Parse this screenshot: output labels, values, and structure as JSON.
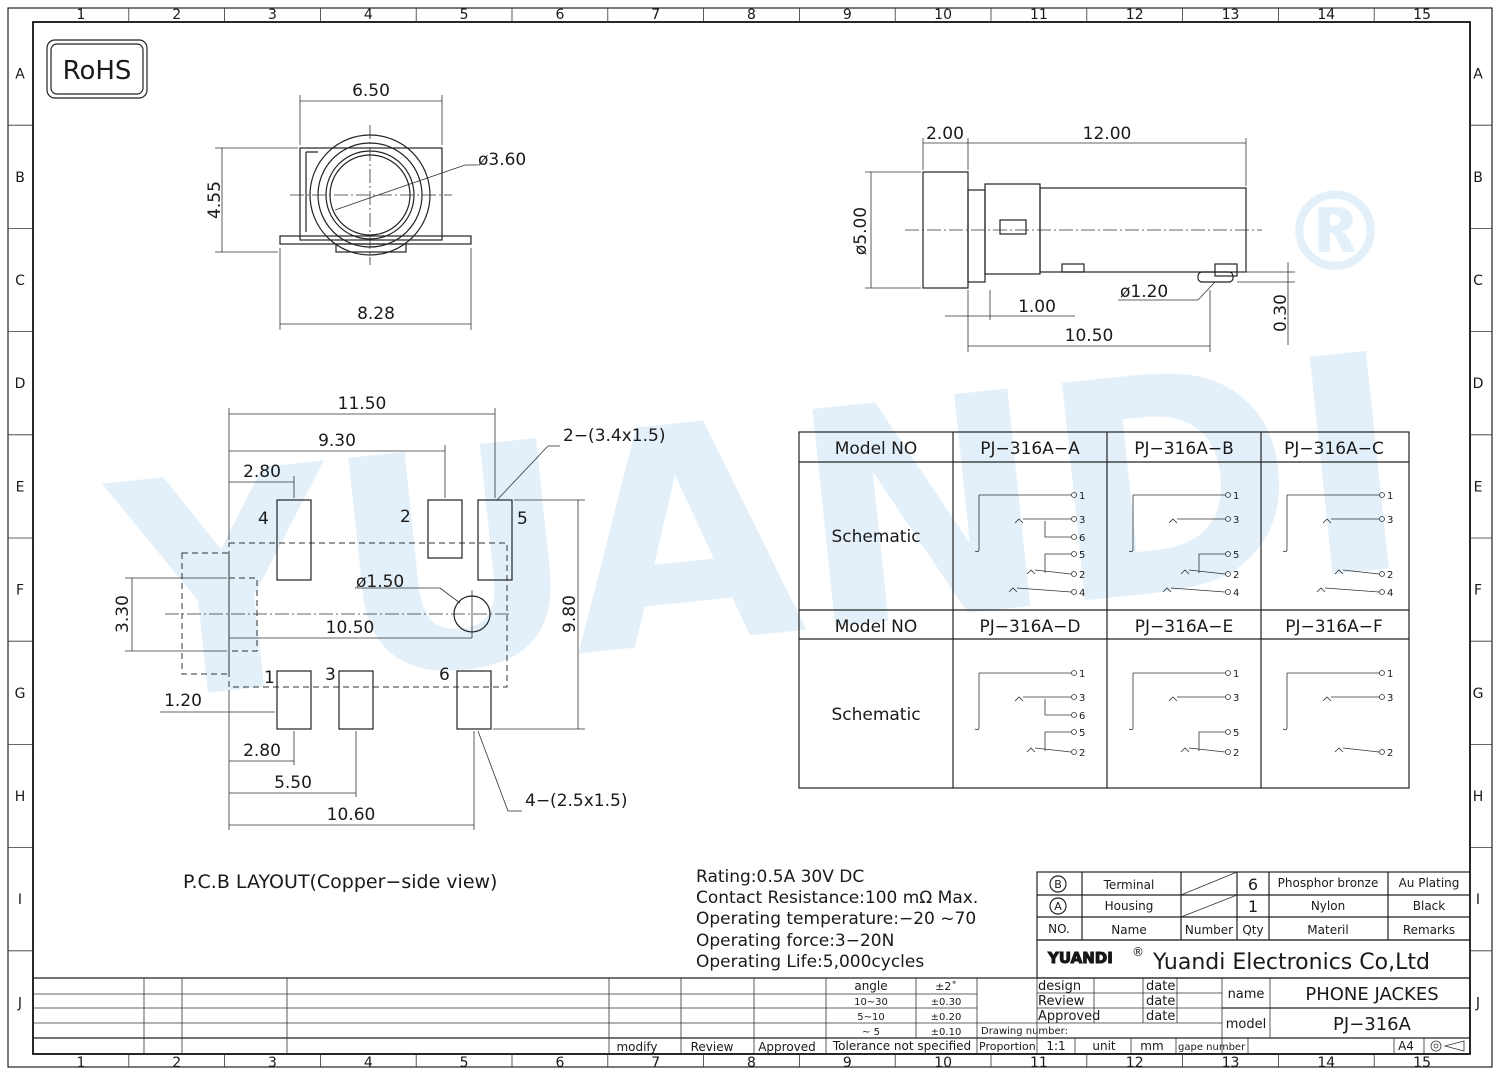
{
  "rohs": "RoHS",
  "border": {
    "cols": [
      "1",
      "2",
      "3",
      "4",
      "5",
      "6",
      "7",
      "8",
      "9",
      "10",
      "11",
      "12",
      "13",
      "14",
      "15"
    ],
    "rows": [
      "A",
      "B",
      "C",
      "D",
      "E",
      "F",
      "G",
      "H",
      "I",
      "J"
    ]
  },
  "front_view": {
    "width_top": "6.50",
    "height": "4.55",
    "diameter": "ø3.60",
    "width_bottom": "8.28"
  },
  "side_view": {
    "d_left": "2.00",
    "length": "12.00",
    "diameter": "ø5.00",
    "pin_dia": "ø1.20",
    "d_pin": "1.00",
    "d_bottom": "10.50",
    "d_height": "0.30"
  },
  "pcb": {
    "d1": "11.50",
    "d2": "9.30",
    "d3": "2.80",
    "pad_top": "2−(3.4x1.5)",
    "hole": "ø1.50",
    "d_mid": "10.50",
    "d_h1": "3.30",
    "d_h2": "9.80",
    "d_left": "1.20",
    "d4": "2.80",
    "d5": "5.50",
    "d6": "10.60",
    "pad_bot": "4−(2.5x1.5)",
    "pins": [
      "4",
      "2",
      "5",
      "1",
      "3",
      "6"
    ],
    "caption": "P.C.B  LAYOUT(Copper−side  view)"
  },
  "schematic_table": {
    "header_label": "Model  NO",
    "row_label": "Schematic",
    "models_row1": [
      "PJ−316A−A",
      "PJ−316A−B",
      "PJ−316A−C"
    ],
    "models_row2": [
      "PJ−316A−D",
      "PJ−316A−E",
      "PJ−316A−F"
    ],
    "pin_labels": [
      "1",
      "2",
      "3",
      "4",
      "5",
      "6"
    ]
  },
  "specs": [
    "Rating:0.5A  30V  DC",
    "Contact  Resistance:100  mΩ  Max.",
    "Operating  temperature:−20   ~70",
    "Operating  force:3−20N",
    "Operating  Life:5,000cycles"
  ],
  "bom": {
    "rows": [
      {
        "no": "B",
        "name": "Terminal",
        "qty": "6",
        "material": "Phosphor  bronze",
        "remarks": "Au  Plating"
      },
      {
        "no": "A",
        "name": "Housing",
        "qty": "1",
        "material": "Nylon",
        "remarks": "Black"
      }
    ],
    "header": {
      "no": "NO.",
      "name": "Name",
      "number": "Number",
      "qty": "Qty",
      "material": "Materil",
      "remarks": "Remarks"
    }
  },
  "title_block": {
    "logo": "YUANDI",
    "logo_reg": "®",
    "company": "Yuandi  Electronics  Co,Ltd",
    "design": "design",
    "review": "Review",
    "approved": "Approved",
    "date": "date",
    "name_label": "name",
    "name_value": "PHONE  JACKES",
    "model_label": "model",
    "model_value": "PJ−316A",
    "drawing_number": "Drawing  number:",
    "proportion": "Proportion",
    "scale": "1:1",
    "unit": "unit",
    "unit_value": "mm",
    "gape_number": "gape  number",
    "paper": "A4",
    "tol": {
      "angle": "angle",
      "angle_v": "±2˚",
      "r1": "10~30",
      "r1v": "±0.30",
      "r2": "5~10",
      "r2v": "±0.20",
      "r3": "~ 5",
      "r3v": "±0.10",
      "note": "Tolerance  not  specified"
    },
    "rev": {
      "modify": "modify",
      "review": "Review",
      "approved": "Approved"
    }
  },
  "watermark": {
    "text": "YUANDI",
    "reg": "®"
  }
}
